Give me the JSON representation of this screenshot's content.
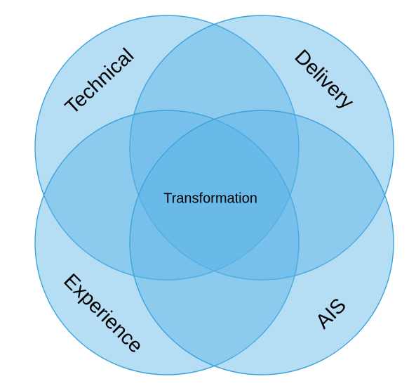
{
  "diagram": {
    "type": "venn",
    "sets": [
      {
        "key": "technical",
        "label": "Technical"
      },
      {
        "key": "delivery",
        "label": "Delivery"
      },
      {
        "key": "experience",
        "label": "Experience"
      },
      {
        "key": "ais",
        "label": "AIS"
      }
    ],
    "center_label": "Transformation",
    "fill_color": "#5bb3e6",
    "stroke_color": "#3ba3dc",
    "text_color": "#000000"
  }
}
